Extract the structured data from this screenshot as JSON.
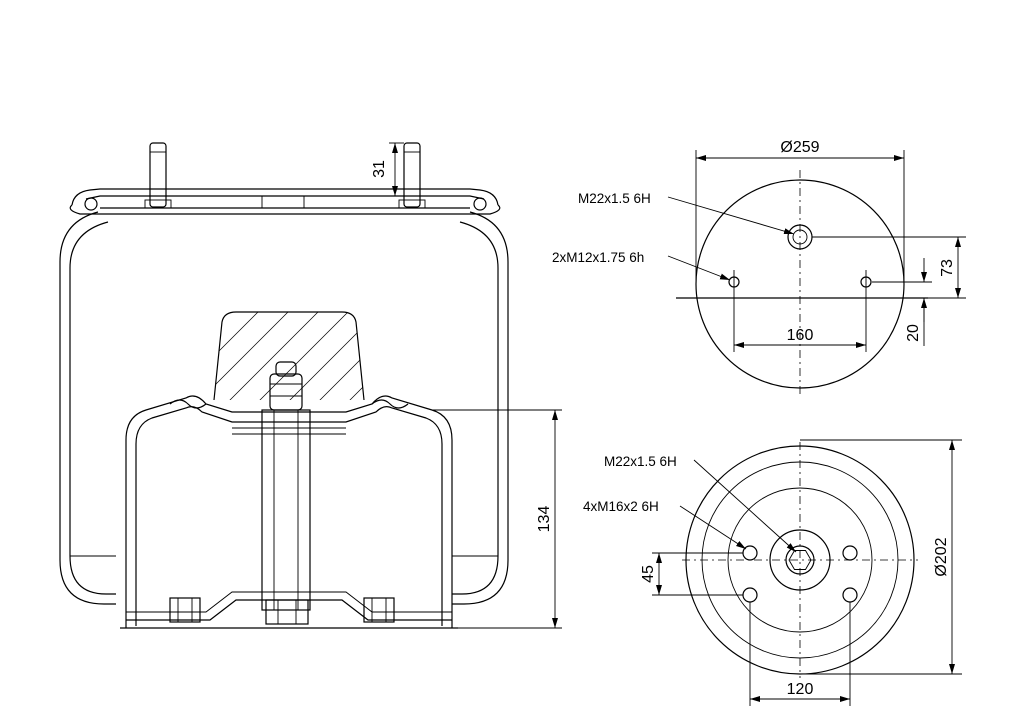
{
  "side_view": {
    "stud_height": "31",
    "piston_height": "134"
  },
  "top_plate_view": {
    "diameter": "Ø259",
    "center_thread": "M22x1.5 6H",
    "stud_thread": "2xM12x1.75 6h",
    "stud_spacing": "160",
    "center_offset": "73",
    "stud_offset": "20"
  },
  "bottom_plate_view": {
    "diameter": "Ø202",
    "center_thread": "M22x1.5 6H",
    "hole_thread": "4xM16x2 6H",
    "hole_spacing_x": "120",
    "hole_spacing_y": "45"
  }
}
